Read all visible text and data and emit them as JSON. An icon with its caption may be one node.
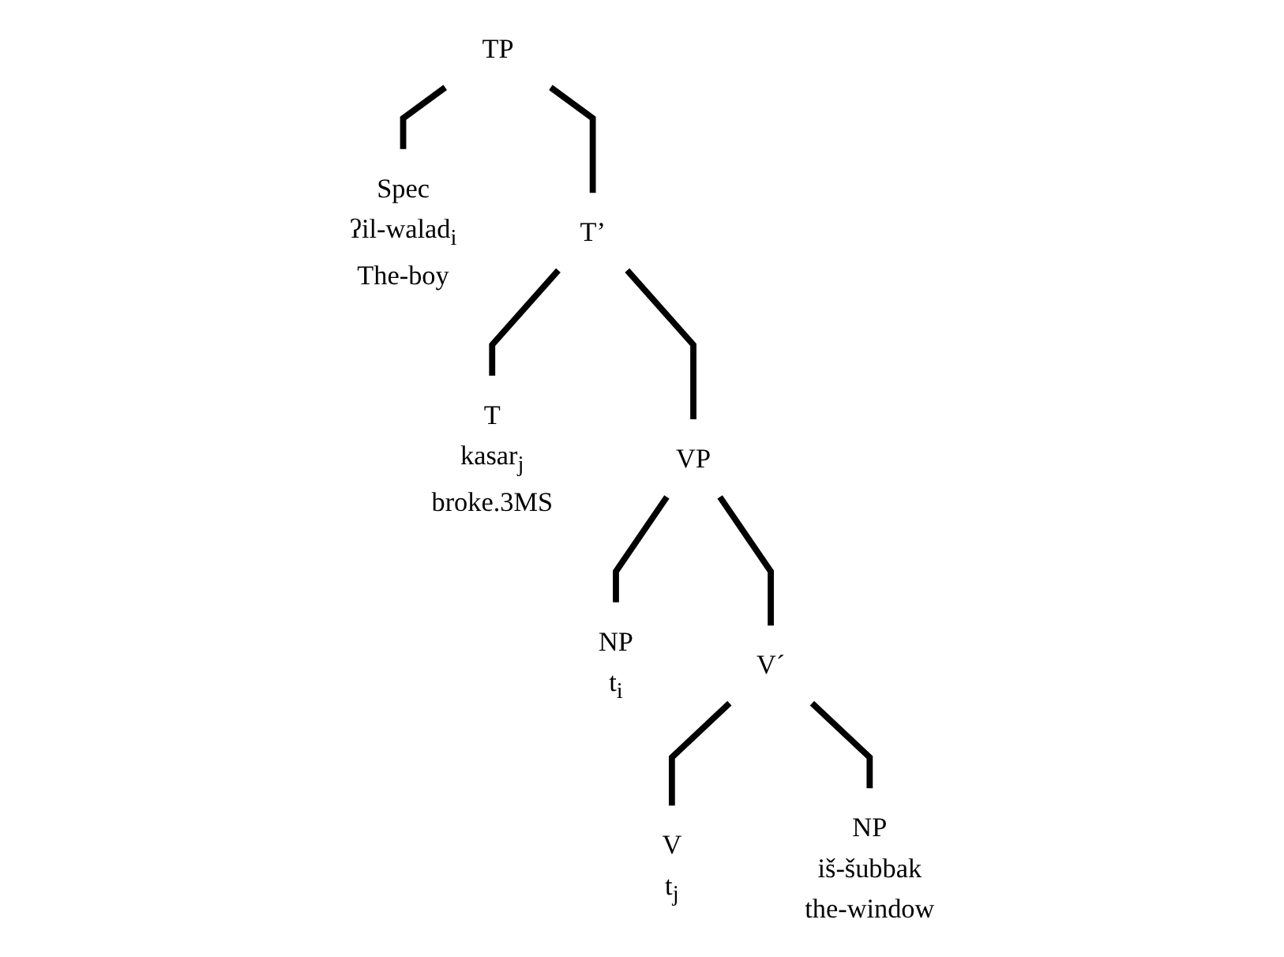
{
  "diagram": {
    "nodes": [
      {
        "text": [
          "TP"
        ]
      },
      {
        "text": [
          "Spec",
          "ʔil-walad$_{i}$",
          "The-boy"
        ]
      },
      {
        "text": [
          "T’"
        ]
      },
      {
        "text": [
          "T",
          "kasar$_{j}$",
          "broke.3MS"
        ]
      },
      {
        "text": [
          "VP"
        ]
      },
      {
        "text": [
          "NP",
          "t$_{i}$"
        ]
      },
      {
        "text": [
          "V´"
        ]
      },
      {
        "text": [
          "V",
          "t$_{j}$"
        ]
      },
      {
        "text": [
          "NP",
          "iš-šubbak",
          "the-window"
        ]
      }
    ],
    "edges": [
      {
        "from": 0,
        "to": 1,
        "arrow": "none"
      },
      {
        "from": 0,
        "to": 2,
        "arrow": "none"
      },
      {
        "from": 2,
        "to": 3,
        "arrow": "none"
      },
      {
        "from": 2,
        "to": 4,
        "arrow": "none"
      },
      {
        "from": 4,
        "to": 5,
        "arrow": "none"
      },
      {
        "from": 4,
        "to": 6,
        "arrow": "none"
      },
      {
        "from": 6,
        "to": 7,
        "arrow": "none"
      },
      {
        "from": 6,
        "to": 8,
        "arrow": "none"
      }
    ]
  }
}
